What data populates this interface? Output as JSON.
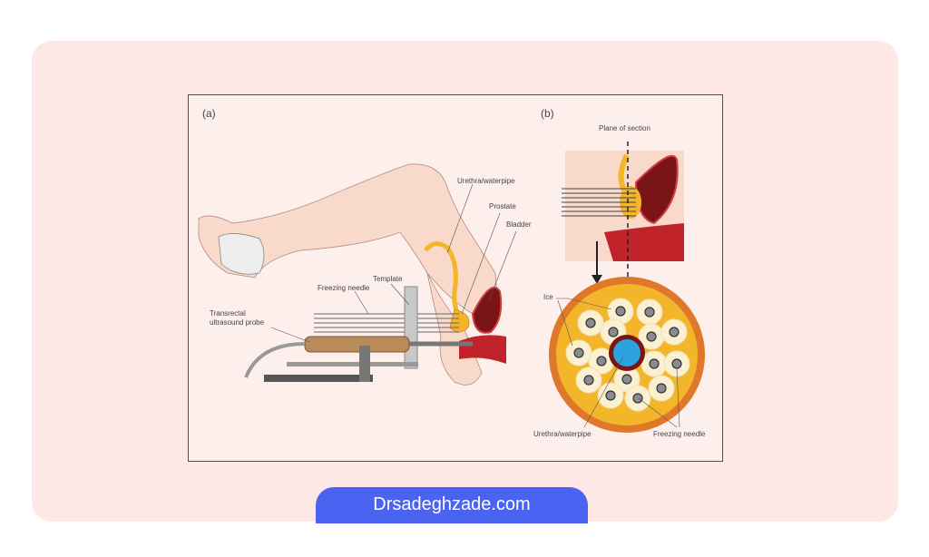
{
  "figure": {
    "panel_a": {
      "label": "(a)",
      "annotations": {
        "urethra": "Urethra/waterpipe",
        "prostate": "Prostate",
        "bladder": "Bladder",
        "template": "Template",
        "freezing_needle": "Freezing needle",
        "probe_line1": "Transrectal",
        "probe_line2": "ultrasound probe"
      }
    },
    "panel_b": {
      "label": "(b)",
      "annotations": {
        "plane": "Plane of section",
        "ice": "Ice",
        "urethra": "Urethra/waterpipe",
        "freezing_needle": "Freezing needle"
      }
    }
  },
  "footer": {
    "site": "Drsadeghzade.com"
  },
  "colors": {
    "card": "#fde8e6",
    "button": "#4a63f0",
    "skin": "#f9d9c9",
    "bladder": "#7a1416",
    "ice": "#fbf1d0",
    "prostate": "#f3b62b"
  }
}
